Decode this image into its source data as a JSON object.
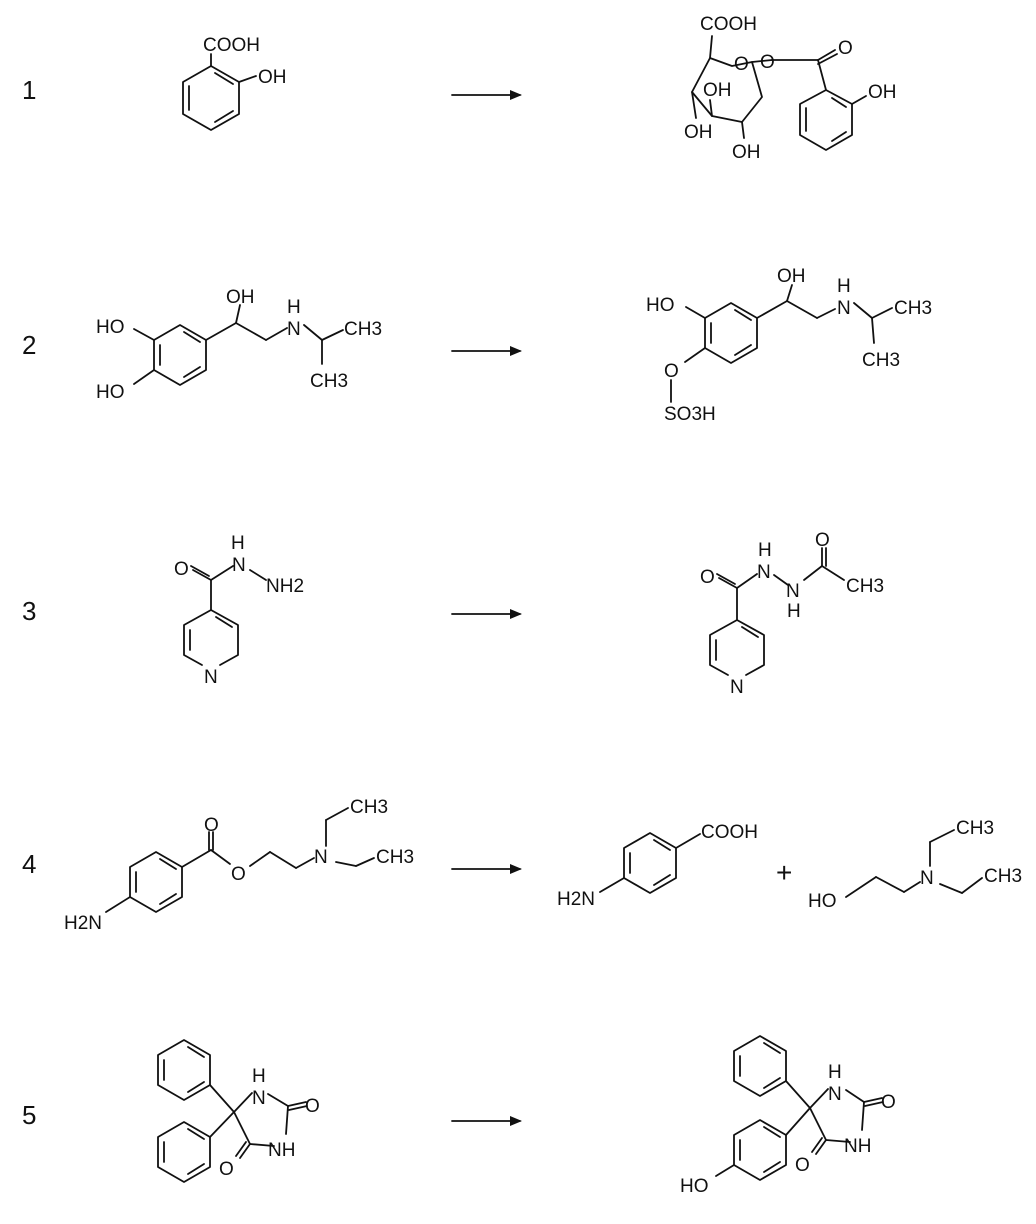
{
  "reactions": [
    {
      "number": "1",
      "reactant": [
        "COOH",
        "OH"
      ],
      "product": [
        "COOH",
        "O",
        "O",
        "O",
        "OH",
        "OH",
        "OH",
        "OH"
      ]
    },
    {
      "number": "2",
      "reactant": [
        "HO",
        "HO",
        "OH",
        "H",
        "N",
        "CH3",
        "CH3"
      ],
      "product": [
        "HO",
        "OH",
        "H",
        "N",
        "CH3",
        "CH3",
        "O",
        "SO3H"
      ]
    },
    {
      "number": "3",
      "reactant": [
        "H",
        "N",
        "NH2",
        "O",
        "N"
      ],
      "product": [
        "H",
        "N",
        "N",
        "H",
        "O",
        "O",
        "CH3",
        "N"
      ]
    },
    {
      "number": "4",
      "reactant": [
        "O",
        "O",
        "N",
        "CH3",
        "CH3",
        "H2N"
      ],
      "products": [
        [
          "COOH",
          "H2N"
        ],
        [
          "CH3",
          "N",
          "CH3",
          "HO"
        ]
      ],
      "plus": "+"
    },
    {
      "number": "5",
      "reactant": [
        "H",
        "N",
        "O",
        "NH",
        "O"
      ],
      "product": [
        "H",
        "N",
        "O",
        "NH",
        "O",
        "HO"
      ]
    }
  ]
}
